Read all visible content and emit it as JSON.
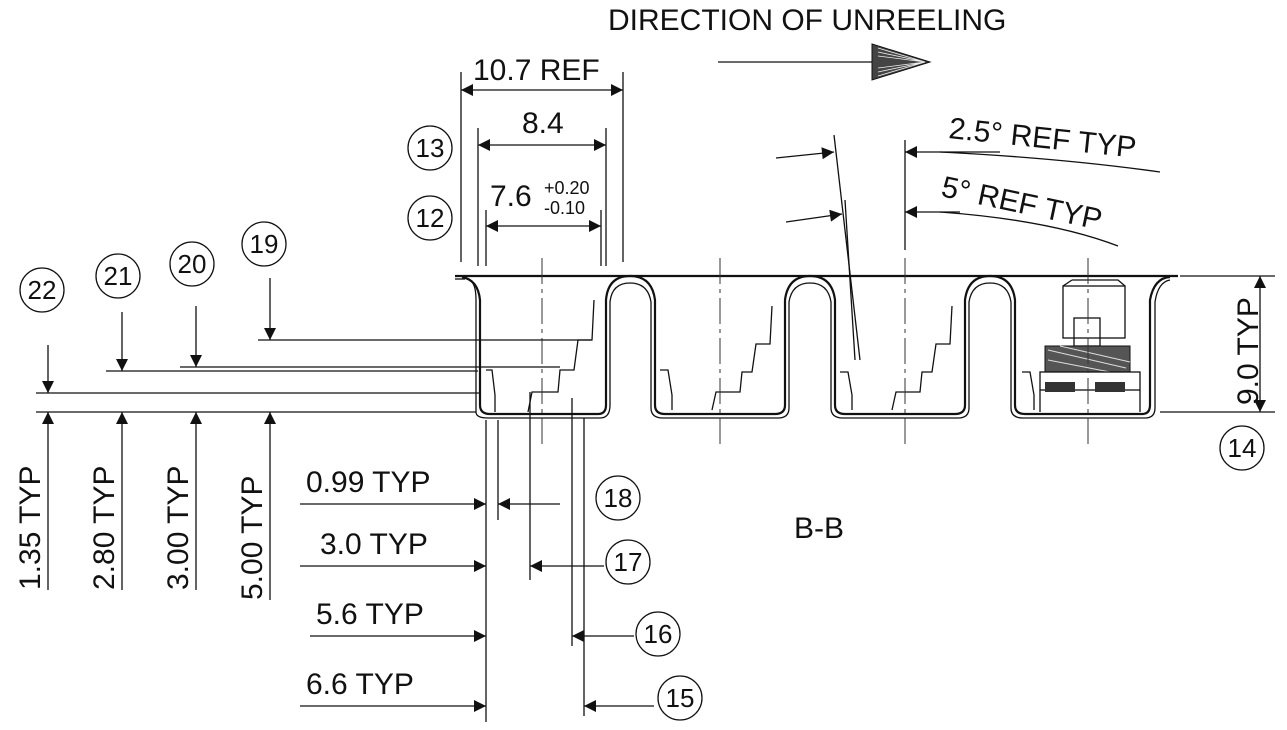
{
  "title": "DIRECTION OF UNREELING",
  "section_label": "B-B",
  "dimensions": {
    "ref_width": "10.7 REF",
    "pitch": "8.4",
    "pocket_width": "7.6",
    "pocket_tol_plus": "+0.20",
    "pocket_tol_minus": "-0.10",
    "angle_a": "2.5° REF TYP",
    "angle_b": "5° REF TYP",
    "depth": "9.0 TYP",
    "h1": "1.35 TYP",
    "h2": "2.80 TYP",
    "h3": "3.00 TYP",
    "h4": "5.00 TYP",
    "w1": "0.99 TYP",
    "w2": "3.0 TYP",
    "w3": "5.6 TYP",
    "w4": "6.6 TYP"
  },
  "balloons": [
    "12",
    "13",
    "14",
    "15",
    "16",
    "17",
    "18",
    "19",
    "20",
    "21",
    "22"
  ]
}
